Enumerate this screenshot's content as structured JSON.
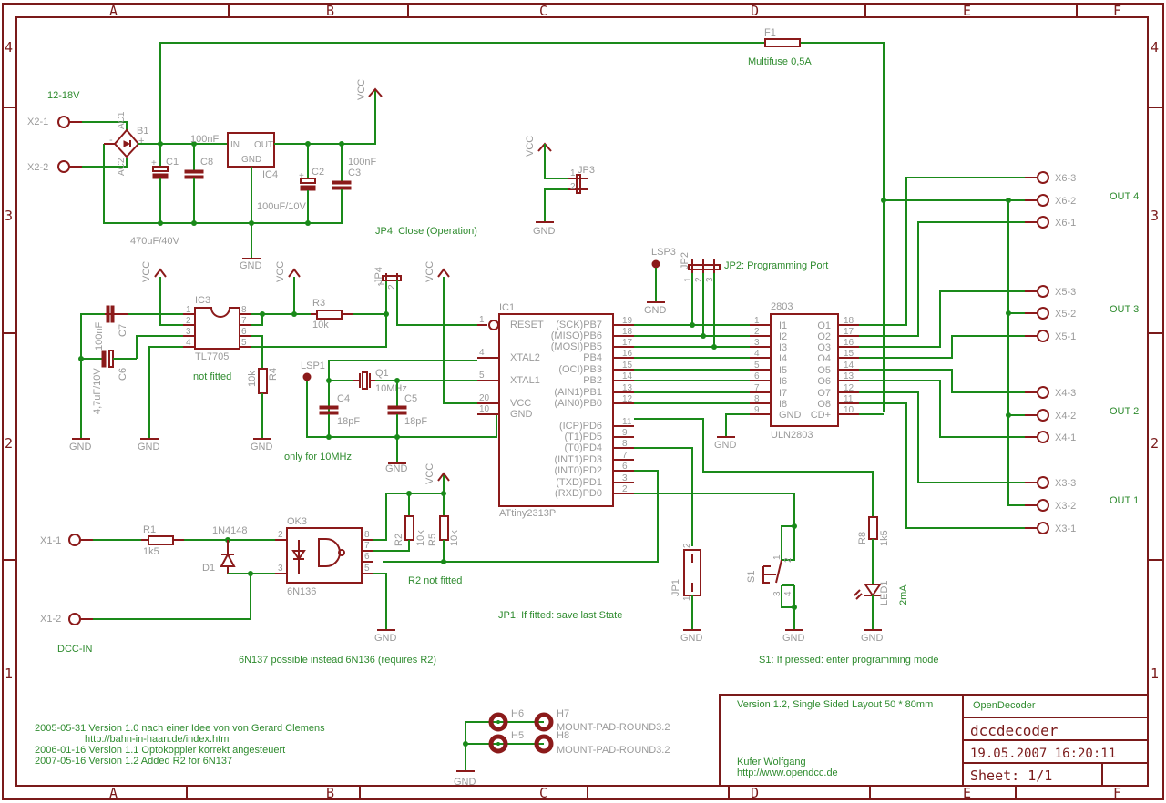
{
  "frame": {
    "columns": [
      "A",
      "B",
      "C",
      "D",
      "E",
      "F"
    ],
    "rows": [
      "4",
      "3",
      "2",
      "1"
    ]
  },
  "power": {
    "input_label": "12-18V",
    "x2_1": "X2-1",
    "x2_2": "X2-2",
    "b1": "B1",
    "ac1": "AC1",
    "ac2": "AC2",
    "minus": "-",
    "plus": "+",
    "c1": "C1",
    "c1_value": "470uF/40V",
    "c8": "C8",
    "c8_value": "100nF",
    "ic4": "IC4",
    "ic4_in": "IN",
    "ic4_out": "OUT",
    "ic4_gnd": "GND",
    "c2": "C2",
    "c2_value": "100uF/10V",
    "c3": "C3",
    "c3_value": "100nF",
    "vcc": "VCC",
    "gnd": "GND",
    "f1": "F1",
    "f1_note": "Multifuse 0,5A"
  },
  "jp3": {
    "name": "JP3",
    "pin1": "1",
    "pin2": "2",
    "vcc": "VCC",
    "gnd": "GND"
  },
  "jp4": {
    "name": "JP4",
    "note": "JP4: Close (Operation)",
    "pin1": "1",
    "pin2": "2"
  },
  "reset": {
    "ic3": "IC3",
    "ic3_part": "TL7705",
    "ic3_note": "not fitted",
    "ic3_pins_left": [
      "1",
      "2",
      "3",
      "4"
    ],
    "ic3_pins_right": [
      "8",
      "7",
      "6",
      "5"
    ],
    "c7": "C7",
    "c7_value": "100nF",
    "c6": "C6",
    "c6_value": "4,7uF/10V",
    "r3": "R3",
    "r3_value": "10k",
    "r4": "R4",
    "r4_value": "10k",
    "vcc": "VCC",
    "gnd": "GND"
  },
  "clock": {
    "lsp1": "LSP1",
    "q1": "Q1",
    "q1_value": "10MHz",
    "c4": "C4",
    "c4_value": "18pF",
    "c5": "C5",
    "c5_value": "18pF",
    "note": "only for 10MHz",
    "gnd": "GND"
  },
  "mcu": {
    "name": "IC1",
    "part": "ATtiny2313P",
    "left_pins": [
      {
        "num": "1",
        "name": "RESET"
      },
      {
        "num": "4",
        "name": "XTAL2"
      },
      {
        "num": "5",
        "name": "XTAL1"
      },
      {
        "num": "20",
        "name": "VCC"
      },
      {
        "num": "10",
        "name": "GND"
      }
    ],
    "right_pins": [
      {
        "num": "19",
        "name": "(SCK)PB7"
      },
      {
        "num": "18",
        "name": "(MISO)PB6"
      },
      {
        "num": "17",
        "name": "(MOSI)PB5"
      },
      {
        "num": "16",
        "name": "PB4"
      },
      {
        "num": "15",
        "name": "(OCI)PB3"
      },
      {
        "num": "14",
        "name": "PB2"
      },
      {
        "num": "13",
        "name": "(AIN1)PB1"
      },
      {
        "num": "12",
        "name": "(AIN0)PB0"
      },
      {
        "num": "11",
        "name": "(ICP)PD6"
      },
      {
        "num": "9",
        "name": "(T1)PD5"
      },
      {
        "num": "8",
        "name": "(T0)PD4"
      },
      {
        "num": "7",
        "name": "(INT1)PD3"
      },
      {
        "num": "6",
        "name": "(INT0)PD2"
      },
      {
        "num": "3",
        "name": "(TXD)PD1"
      },
      {
        "num": "2",
        "name": "(RXD)PD0"
      }
    ]
  },
  "prog": {
    "lsp3": "LSP3",
    "jp2": "JP2",
    "note": "JP2: Programming Port",
    "pins": [
      "1",
      "2",
      "3"
    ],
    "gnd": "GND"
  },
  "driver": {
    "title": "2803",
    "part": "ULN2803",
    "in_pins": [
      {
        "num": "1",
        "name": "I1"
      },
      {
        "num": "2",
        "name": "I2"
      },
      {
        "num": "3",
        "name": "I3"
      },
      {
        "num": "4",
        "name": "I4"
      },
      {
        "num": "5",
        "name": "I5"
      },
      {
        "num": "6",
        "name": "I6"
      },
      {
        "num": "7",
        "name": "I7"
      },
      {
        "num": "8",
        "name": "I8"
      },
      {
        "num": "9",
        "name": "GND"
      }
    ],
    "out_pins": [
      {
        "num": "18",
        "name": "O1"
      },
      {
        "num": "17",
        "name": "O2"
      },
      {
        "num": "16",
        "name": "O3"
      },
      {
        "num": "15",
        "name": "O4"
      },
      {
        "num": "14",
        "name": "O5"
      },
      {
        "num": "13",
        "name": "O6"
      },
      {
        "num": "12",
        "name": "O7"
      },
      {
        "num": "11",
        "name": "O8"
      },
      {
        "num": "10",
        "name": "CD+"
      }
    ],
    "gnd": "GND"
  },
  "outputs": [
    {
      "label": "OUT 4",
      "pins": [
        "X6-3",
        "X6-2",
        "X6-1"
      ]
    },
    {
      "label": "OUT 3",
      "pins": [
        "X5-3",
        "X5-2",
        "X5-1"
      ]
    },
    {
      "label": "OUT 2",
      "pins": [
        "X4-3",
        "X4-2",
        "X4-1"
      ]
    },
    {
      "label": "OUT 1",
      "pins": [
        "X3-3",
        "X3-2",
        "X3-1"
      ]
    }
  ],
  "dcc": {
    "x1_1": "X1-1",
    "x1_2": "X1-2",
    "label": "DCC-IN",
    "r1": "R1",
    "r1_value": "1k5",
    "d1": "D1",
    "d1_value": "1N4148",
    "ok3": "OK3",
    "ok3_part": "6N136",
    "ok3_pins": {
      "p2": "2",
      "p3": "3",
      "p8": "8",
      "p7": "7",
      "p6": "6",
      "p5": "5"
    },
    "r2": "R2",
    "r2_value": "10k",
    "r5": "R5",
    "r5_value": "10k",
    "r2_note": "R2 not fitted",
    "note": "6N137 possible instead 6N136 (requires R2)",
    "vcc": "VCC",
    "gnd": "GND"
  },
  "jp1": {
    "name": "JP1",
    "pin1": "1",
    "pin2": "2",
    "note": "JP1: If fitted: save last State",
    "gnd": "GND"
  },
  "s1": {
    "name": "S1",
    "pins": [
      "1",
      "2",
      "3",
      "4"
    ],
    "note": "S1: If pressed: enter programming mode",
    "gnd": "GND"
  },
  "led": {
    "r8": "R8",
    "r8_value": "1k5",
    "led1": "LED1",
    "current": "2mA",
    "gnd": "GND"
  },
  "mount": {
    "h6": "H6",
    "h5": "H5",
    "h7": "H7",
    "h8": "H8",
    "part": "MOUNT-PAD-ROUND3.2",
    "gnd": "GND"
  },
  "history": [
    "2005-05-31 Version 1.0 nach einer Idee von     von Gerard Clemens",
    "http://bahn-in-haan.de/index.htm",
    "2006-01-16 Version 1.1 Optokoppler korrekt angesteuert",
    "2007-05-16 Version 1.2 Added R2 for 6N137"
  ],
  "titleblock": {
    "version": "Version 1.2, Single Sided Layout 50 * 80mm",
    "author": "Kufer Wolfgang",
    "url": "http://www.opendcc.de",
    "company": "OpenDecoder",
    "drawing": "dccdecoder",
    "datetime": "19.05.2007  16:20:11",
    "sheet": "Sheet: 1/1"
  }
}
